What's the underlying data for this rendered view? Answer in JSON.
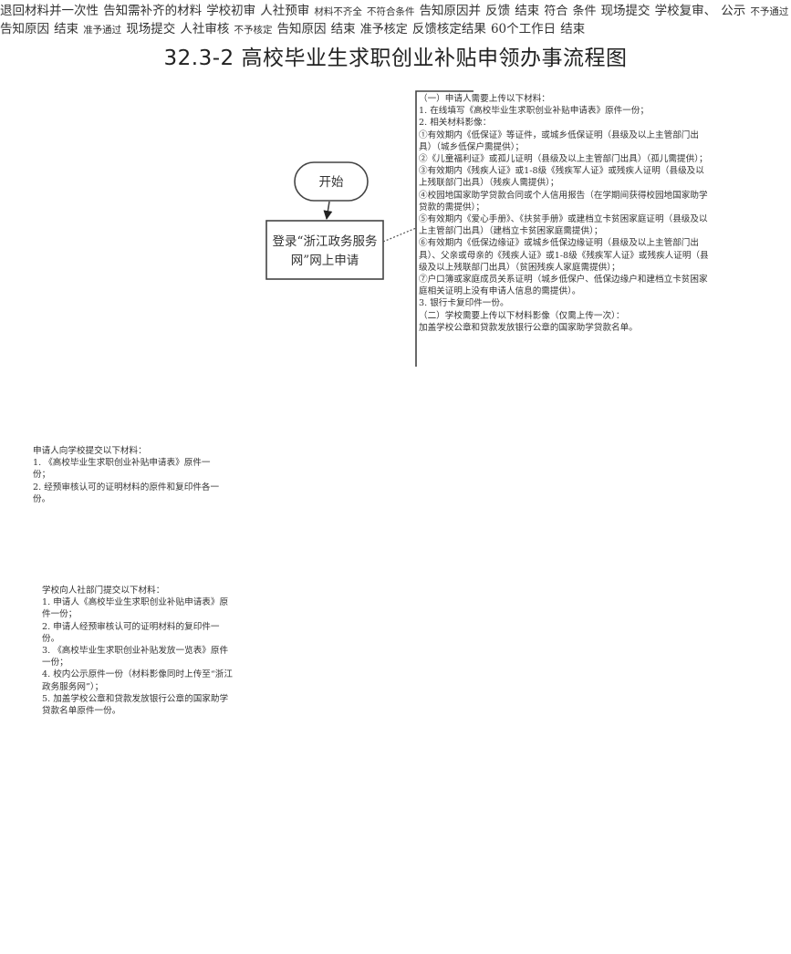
{
  "title": "32.3-2 高校毕业生求职创业补贴申领办事流程图",
  "nodes": {
    "start": "开始",
    "online_apply": [
      "登录“浙江政务服务",
      "网”网上申请"
    ],
    "return_materials": [
      "退回材料并一次性",
      "告知需补齐的材料"
    ],
    "first_review": [
      "学校初审",
      "人社预审"
    ],
    "notify_feedback": [
      "告知原因并",
      "反馈"
    ],
    "end_1": "结束",
    "onsite_submit_1": "现场提交",
    "second_review": [
      "学校复审、",
      "公示"
    ],
    "notify_reason_1": "告知原因",
    "end_2": "结束",
    "onsite_submit_2": "现场提交",
    "hr_review": "人社审核",
    "notify_reason_2": "告知原因",
    "end_3": "结束",
    "feedback_result": [
      "反馈核定结果",
      "60个工作日"
    ],
    "end_final": "结束"
  },
  "edge_labels": {
    "incomplete": "材料不齐全",
    "not_eligible": "不符合条件",
    "eligible": [
      "符合",
      "条件"
    ],
    "not_passed": "不予通过",
    "passed": "准予通过",
    "not_approved": "不予核定",
    "approved": "准予核定"
  },
  "notes": {
    "online_materials": [
      "（一）申请人需要上传以下材料：",
      "1. 在线填写《高校毕业生求职创业补贴申请表》原件一份；",
      "2. 相关材料影像：",
      "①有效期内《低保证》等证件，或城乡低保证明（县级及以上主管部门出具）（城乡低保户需提供）；",
      "②《儿童福利证》或孤儿证明（县级及以上主管部门出具）（孤儿需提供）；",
      "③有效期内《残疾人证》或1-8级《残疾军人证》或残疾人证明（县级及以上残联部门出具）（残疾人需提供）；",
      "④校园地国家助学贷款合同或个人信用报告（在学期间获得校园地国家助学贷款的需提供）；",
      "⑤有效期内《爱心手册》、《扶贫手册》或建档立卡贫困家庭证明（县级及以上主管部门出具）（建档立卡贫困家庭需提供）；",
      "⑥有效期内《低保边缘证》或城乡低保边缘证明（县级及以上主管部门出具）、父亲或母亲的《残疾人证》或1-8级《残疾军人证》或残疾人证明（县级及以上残联部门出具）（贫困残疾人家庭需提供）；",
      "⑦户口簿或家庭成员关系证明（城乡低保户、低保边缘户和建档立卡贫困家庭相关证明上没有申请人信息的需提供）。",
      "3. 银行卡复印件一份。",
      "（二）学校需要上传以下材料影像（仅需上传一次）：",
      "加盖学校公章和贷款发放银行公章的国家助学贷款名单。"
    ],
    "onsite_materials_1": [
      "申请人向学校提交以下材料：",
      "1. 《高校毕业生求职创业补贴申请表》原件一份；",
      "2. 经预审核认可的证明材料的原件和复印件各一份。"
    ],
    "onsite_materials_2": [
      "学校向人社部门提交以下材料：",
      "1. 申请人《高校毕业生求职创业补贴申请表》原件一份；",
      "2. 申请人经预审核认可的证明材料的复印件一份。",
      "3. 《高校毕业生求职创业补贴发放一览表》原件一份；",
      "4. 校内公示原件一份（材料影像同时上传至“浙江政务服务网”）；",
      "5. 加盖学校公章和贷款发放银行公章的国家助学贷款名单原件一份。"
    ]
  }
}
